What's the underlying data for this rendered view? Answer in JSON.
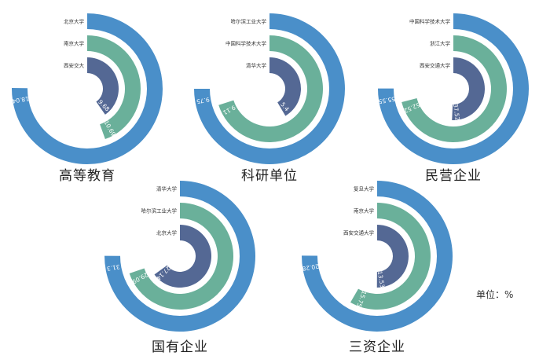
{
  "colors": {
    "outer": "#4A8FC9",
    "middle": "#6AB09A",
    "inner": "#546894"
  },
  "unit_label": "单位：%",
  "chart_data": [
    {
      "type": "radial_bar",
      "title": "高等教育",
      "center": [
        111,
        113
      ],
      "title_pos": [
        111,
        220
      ],
      "max": 24,
      "categories": [
        "北京大学",
        "南京大学",
        "西安交大"
      ],
      "values": [
        18.04,
        10.69,
        9.68
      ]
    },
    {
      "type": "radial_bar",
      "title": "科研单位",
      "center": [
        343,
        113
      ],
      "title_pos": [
        343,
        220
      ],
      "max": 13,
      "categories": [
        "哈尔滨工业大学",
        "中国科学技术大学",
        "清华大学"
      ],
      "values": [
        9.75,
        9.11,
        5.4
      ]
    },
    {
      "type": "radial_bar",
      "title": "民营企业",
      "center": [
        577,
        113
      ],
      "title_pos": [
        577,
        220
      ],
      "max": 74,
      "categories": [
        "中国科学技术大学",
        "浙江大学",
        "西安交通大学"
      ],
      "values": [
        55.55,
        52.52,
        37.52
      ]
    },
    {
      "type": "radial_bar",
      "title": "国有企业",
      "center": [
        229,
        326
      ],
      "title_pos": [
        229,
        438
      ],
      "max": 41.7,
      "categories": [
        "清华大学",
        "哈尔滨工业大学",
        "北京大学"
      ],
      "values": [
        31.3,
        29.09,
        27.14
      ]
    },
    {
      "type": "radial_bar",
      "title": "三资企业",
      "center": [
        480,
        326
      ],
      "title_pos": [
        480,
        438
      ],
      "max": 27,
      "categories": [
        "复旦大学",
        "南京大学",
        "西安交通大学"
      ],
      "values": [
        20.28,
        15.75,
        13.53
      ]
    }
  ]
}
